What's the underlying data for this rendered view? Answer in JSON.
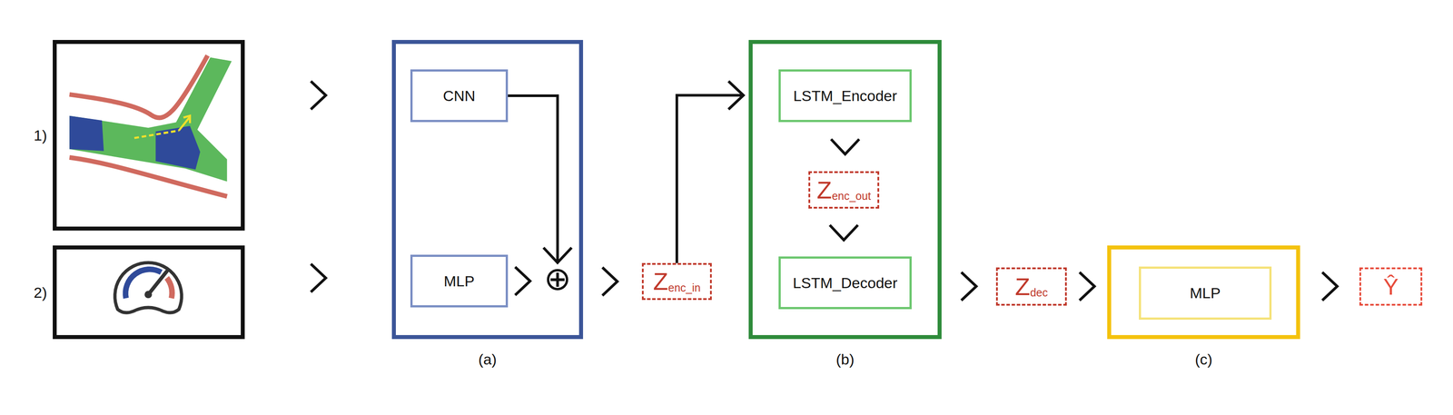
{
  "diagram": {
    "nodes": [
      {
        "text": [
          "1)"
        ]
      },
      {
        "text": [
          "2)"
        ]
      },
      {
        "text": [
          "(a)"
        ]
      },
      {
        "text": [
          "CNN"
        ],
        "in": 2
      },
      {
        "text": [
          "MLP"
        ],
        "in": 2
      },
      {
        "text": [
          "⊕"
        ],
        "in": 2
      },
      {
        "text": [
          "Z",
          "enc_in"
        ]
      },
      {
        "text": [
          "(b)"
        ]
      },
      {
        "text": [
          "LSTM_Encoder"
        ],
        "in": 7
      },
      {
        "text": [
          "Z",
          "enc_out"
        ],
        "in": 7
      },
      {
        "text": [
          "LSTM_Decoder"
        ],
        "in": 7
      },
      {
        "text": [
          "Z",
          "dec"
        ]
      },
      {
        "text": [
          "(c)"
        ]
      },
      {
        "text": [
          "MLP"
        ],
        "in": 12
      },
      {
        "text": [
          "Ŷ"
        ]
      }
    ],
    "edges": [
      {
        "from": 0,
        "to": 2,
        "arrow": "to"
      },
      {
        "from": 1,
        "to": 2,
        "arrow": "to"
      },
      {
        "from": 3,
        "to": 5,
        "arrow": "to"
      },
      {
        "from": 4,
        "to": 5,
        "arrow": "to"
      },
      {
        "from": 5,
        "to": 6,
        "arrow": "to"
      },
      {
        "from": 6,
        "to": 7,
        "arrow": "to"
      },
      {
        "from": 8,
        "to": 9,
        "arrow": "to"
      },
      {
        "from": 9,
        "to": 10,
        "arrow": "to"
      },
      {
        "from": 7,
        "to": 11,
        "arrow": "to"
      },
      {
        "from": 11,
        "to": 12,
        "arrow": "to"
      },
      {
        "from": 12,
        "to": 14,
        "arrow": "to"
      }
    ]
  }
}
